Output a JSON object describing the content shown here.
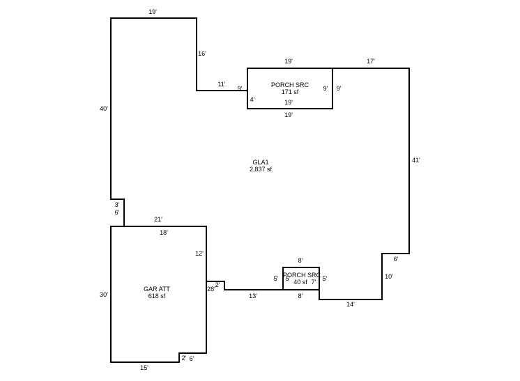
{
  "areas": {
    "gla": {
      "name": "GLA1",
      "area": "2,837 sf"
    },
    "porch_top": {
      "name": "PORCH SRC",
      "area": "171 sf"
    },
    "porch_bottom": {
      "name": "PORCH SRC",
      "area": "40 sf"
    },
    "garage": {
      "name": "GAR ATT",
      "area": "618 sf"
    }
  },
  "dims": {
    "d01": "19'",
    "d02": "16'",
    "d03": "11'",
    "d04": "9'",
    "d05": "4'",
    "d06": "19'",
    "d07": "9'",
    "d08": "19'",
    "d09": "19'",
    "d10": "9'",
    "d11": "17'",
    "d12": "41'",
    "d13": "6'",
    "d14": "10'",
    "d15": "14'",
    "d16": "8'",
    "d17": "5'",
    "d18": "5'",
    "d19": "7'",
    "d20": "8'",
    "d21": "5'",
    "d22": "13'",
    "d23": "2'",
    "d24": "28'",
    "d25": "12'",
    "d26": "18'",
    "d27": "21'",
    "d28": "3'",
    "d29": "6'",
    "d30": "40'",
    "d31": "30'",
    "d32": "15'",
    "d33": "2'",
    "d34": "6'"
  }
}
